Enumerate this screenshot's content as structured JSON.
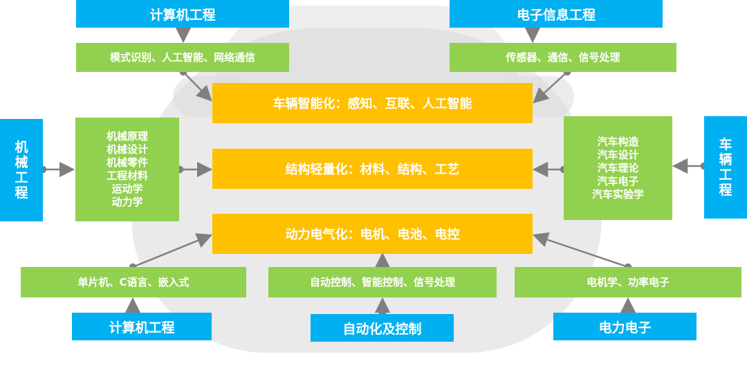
{
  "top_sources": {
    "left": "计算机工程",
    "right": "电子信息工程"
  },
  "top_courses": {
    "left": "模式识别、人工智能、网络通信",
    "right": "传感器、通信、信号处理"
  },
  "center": {
    "intelligent": "车辆智能化：感知、互联、人工智能",
    "lightweight": "结构轻量化：材料、结构、工艺",
    "electric": "动力电气化：电机、电池、电控"
  },
  "side_sources": {
    "left_chars": [
      "机",
      "械",
      "工",
      "程"
    ],
    "right_chars": [
      "车",
      "辆",
      "工",
      "程"
    ]
  },
  "side_courses": {
    "left": [
      "机械原理",
      "机械设计",
      "机械零件",
      "工程材料",
      "运动学",
      "动力学"
    ],
    "right": [
      "汽车构造",
      "汽车设计",
      "汽车理论",
      "汽车电子",
      "汽车实验学"
    ]
  },
  "bottom_courses": {
    "left": "单片机、C语言、嵌入式",
    "middle": "自动控制、智能控制、信号处理",
    "right": "电机学、功率电子"
  },
  "bottom_sources": {
    "left": "计算机工程",
    "middle": "自动化及控制",
    "right": "电力电子"
  },
  "colors": {
    "blue": "#00b0f0",
    "green": "#92d050",
    "orange": "#ffc000",
    "connector": "#7f7f7f",
    "background_shape": "#d9d9d9"
  }
}
